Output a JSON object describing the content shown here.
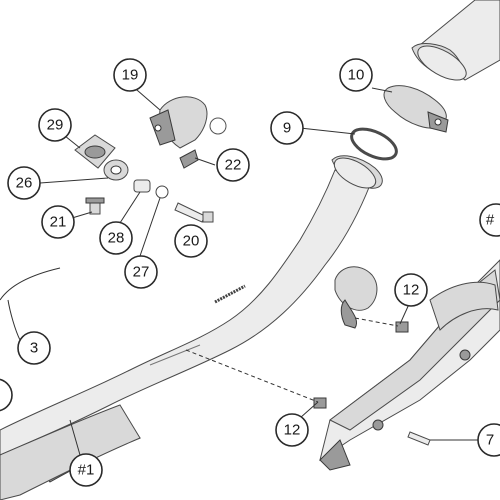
{
  "callouts": {
    "c19": "19",
    "c10": "10",
    "c29": "29",
    "c9": "9",
    "c22": "22",
    "c26": "26",
    "c21": "21",
    "c28": "28",
    "c20": "20",
    "c27": "27",
    "c12a": "12",
    "c3": "3",
    "c12b": "12",
    "c1a": "#1",
    "c1b": "#",
    "c7": "7"
  },
  "icons": {
    "exhaust-header-pipe": "exhaust-header-pipe-icon",
    "silencer": "silencer-icon",
    "clamp": "clamp-icon",
    "gasket": "gasket-ring-icon",
    "bracket": "bracket-icon",
    "spring": "spring-icon",
    "bolt": "bolt-icon",
    "washer": "washer-icon",
    "rubber-grommet": "grommet-icon",
    "bushing": "bushing-icon",
    "spacer": "spacer-icon",
    "clip": "clip-nut-icon",
    "mount-bracket": "mount-bracket-icon",
    "manifold": "manifold-flange-icon"
  },
  "colors": {
    "line": "#2a2a2a",
    "part_fill": "#d9d9d9",
    "part_shadow": "#9a9a9a"
  }
}
